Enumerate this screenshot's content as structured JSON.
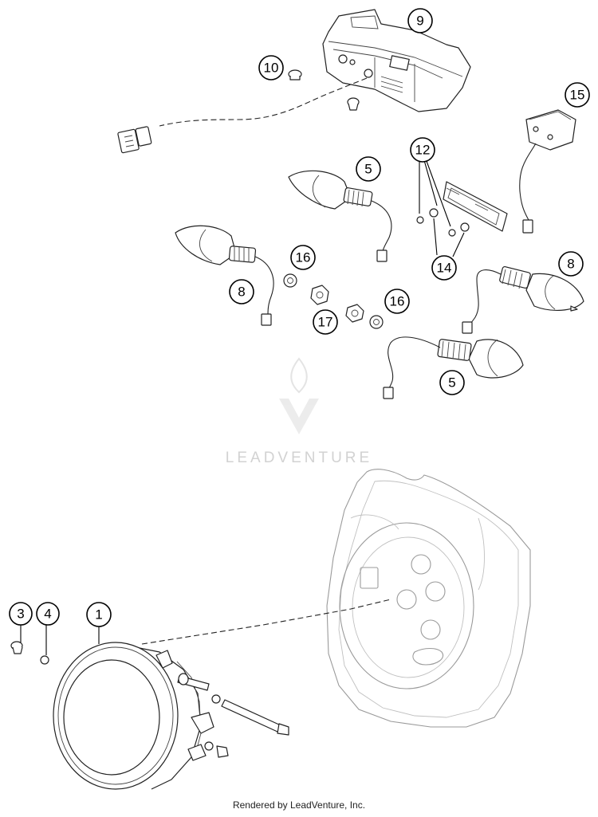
{
  "watermark": {
    "text": "LEADVENTURE"
  },
  "footer": {
    "text": "Rendered by LeadVenture, Inc."
  },
  "callouts": [
    {
      "label": "9"
    },
    {
      "label": "10"
    },
    {
      "label": "15"
    },
    {
      "label": "12"
    },
    {
      "label": "5"
    },
    {
      "label": "16"
    },
    {
      "label": "8"
    },
    {
      "label": "14"
    },
    {
      "label": "8"
    },
    {
      "label": "16"
    },
    {
      "label": "17"
    },
    {
      "label": "5"
    },
    {
      "label": "3"
    },
    {
      "label": "4"
    },
    {
      "label": "1"
    }
  ]
}
